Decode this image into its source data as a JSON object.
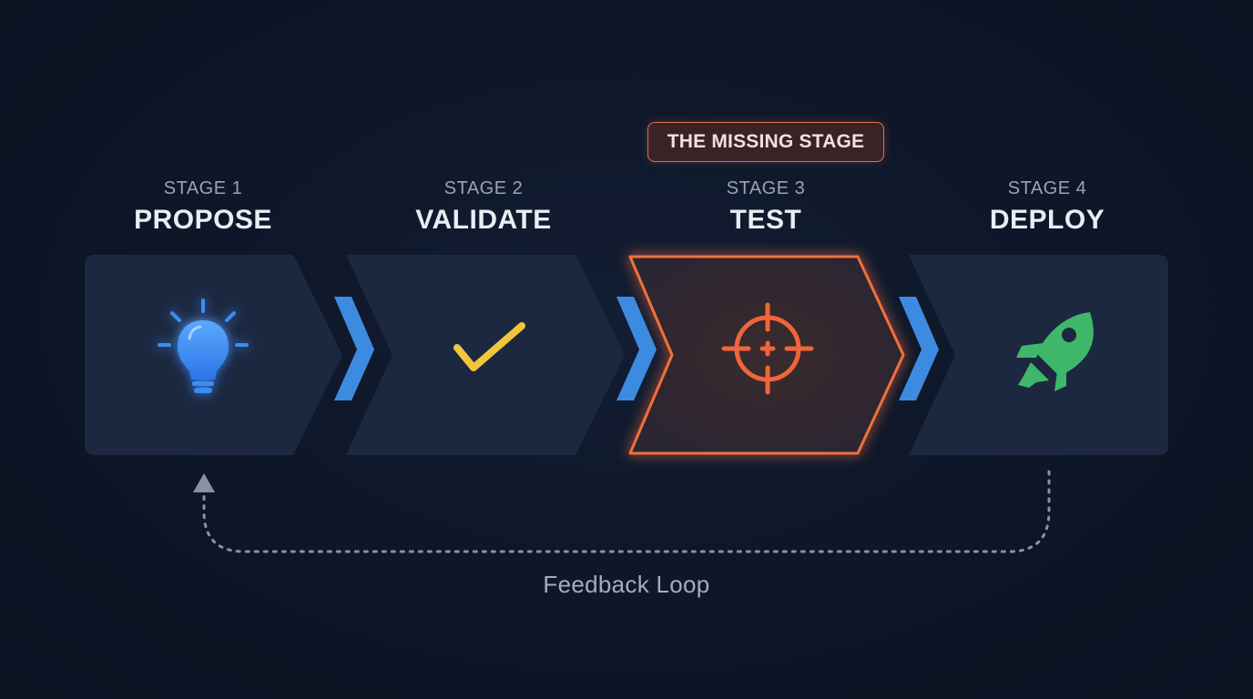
{
  "badge": "THE MISSING STAGE",
  "stages": [
    {
      "number": "STAGE 1",
      "title": "PROPOSE",
      "icon": "lightbulb-icon",
      "color": "#3b8cf5"
    },
    {
      "number": "STAGE 2",
      "title": "VALIDATE",
      "icon": "checkmark-icon",
      "color": "#f2c53d"
    },
    {
      "number": "STAGE 3",
      "title": "TEST",
      "icon": "crosshair-icon",
      "color": "#f0653a",
      "highlighted": true
    },
    {
      "number": "STAGE 4",
      "title": "DEPLOY",
      "icon": "rocket-icon",
      "color": "#3fb76a"
    }
  ],
  "connector_color": "#3d8be0",
  "feedback_label": "Feedback Loop"
}
